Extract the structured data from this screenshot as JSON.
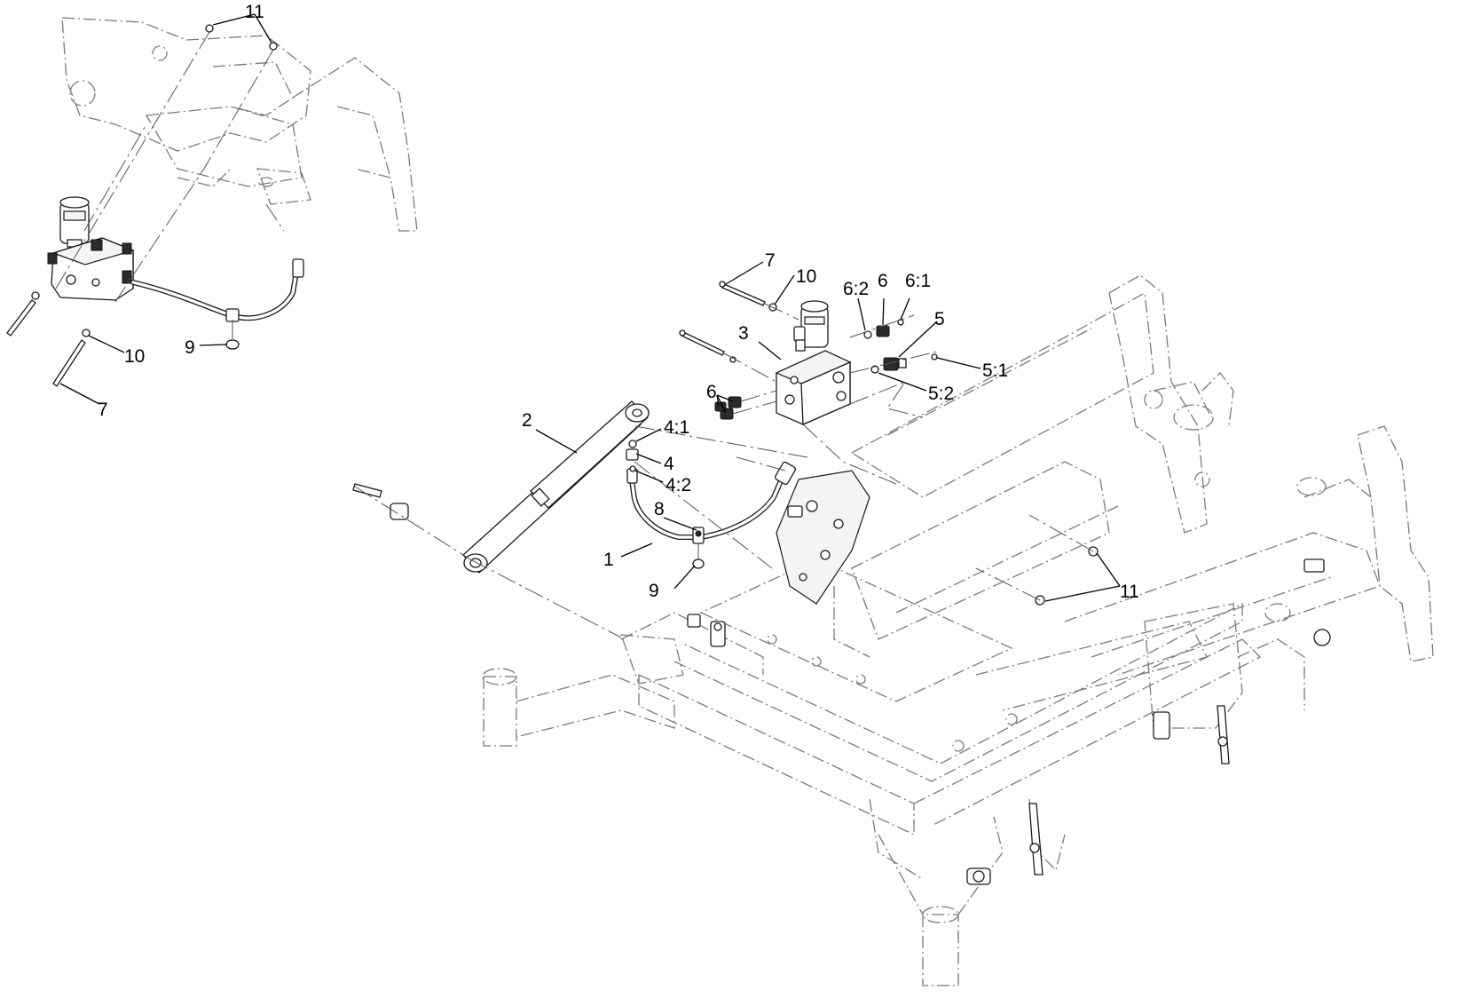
{
  "callouts": {
    "c1": "1",
    "c2": "2",
    "c3": "3",
    "c4_1": "4:1",
    "c4": "4",
    "c4_2": "4:2",
    "c5": "5",
    "c5_1": "5:1",
    "c5_2": "5:2",
    "c6_top": "6",
    "c6_1": "6:1",
    "c6_2": "6:2",
    "c6_left": "6",
    "c7_main": "7",
    "c7_inset": "7",
    "c8": "8",
    "c9_main": "9",
    "c9_inset": "9",
    "c10_main": "10",
    "c10_inset": "10",
    "c11_main": "11",
    "c11_inset": "11"
  }
}
